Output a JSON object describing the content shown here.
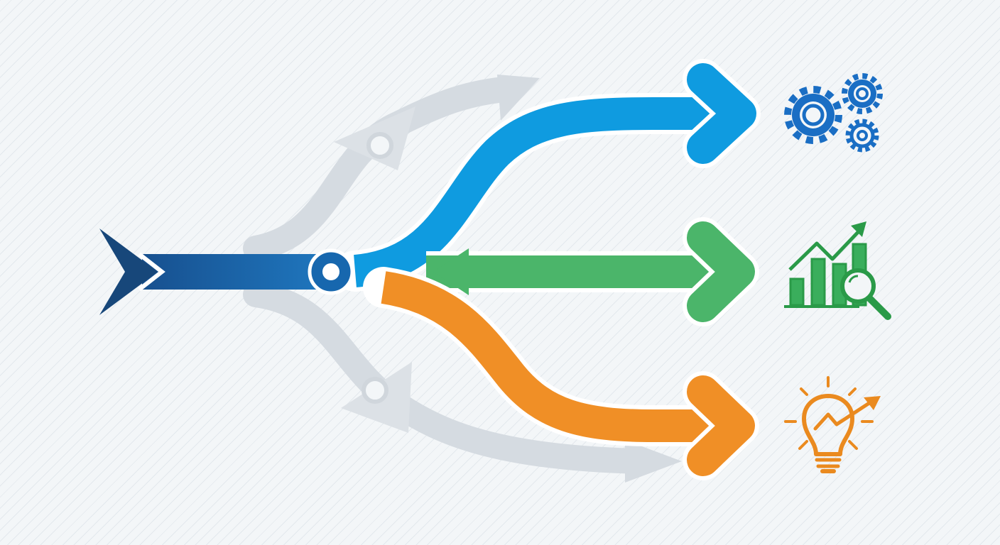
{
  "colors": {
    "background": "#f3f6f8",
    "ghost_arrows": "#d5dbe1",
    "main_arrow": "#1f6fb5",
    "main_arrow_dark": "#1d5e9a",
    "arrowhead_dark": "#17477a",
    "split_node": "#1767ae",
    "branch_blue": "#0f9be0",
    "branch_green": "#4bb56a",
    "branch_orange": "#f08f26",
    "icon_blue": "#1a6ec4",
    "icon_green": "#2a9a48",
    "icon_orange": "#ea8a1f"
  },
  "branches": [
    {
      "id": "top",
      "color_key": "branch_blue",
      "icon": "gears-icon"
    },
    {
      "id": "middle",
      "color_key": "branch_green",
      "icon": "growth-analytics-icon"
    },
    {
      "id": "bottom",
      "color_key": "branch_orange",
      "icon": "innovation-lightbulb-icon"
    }
  ]
}
